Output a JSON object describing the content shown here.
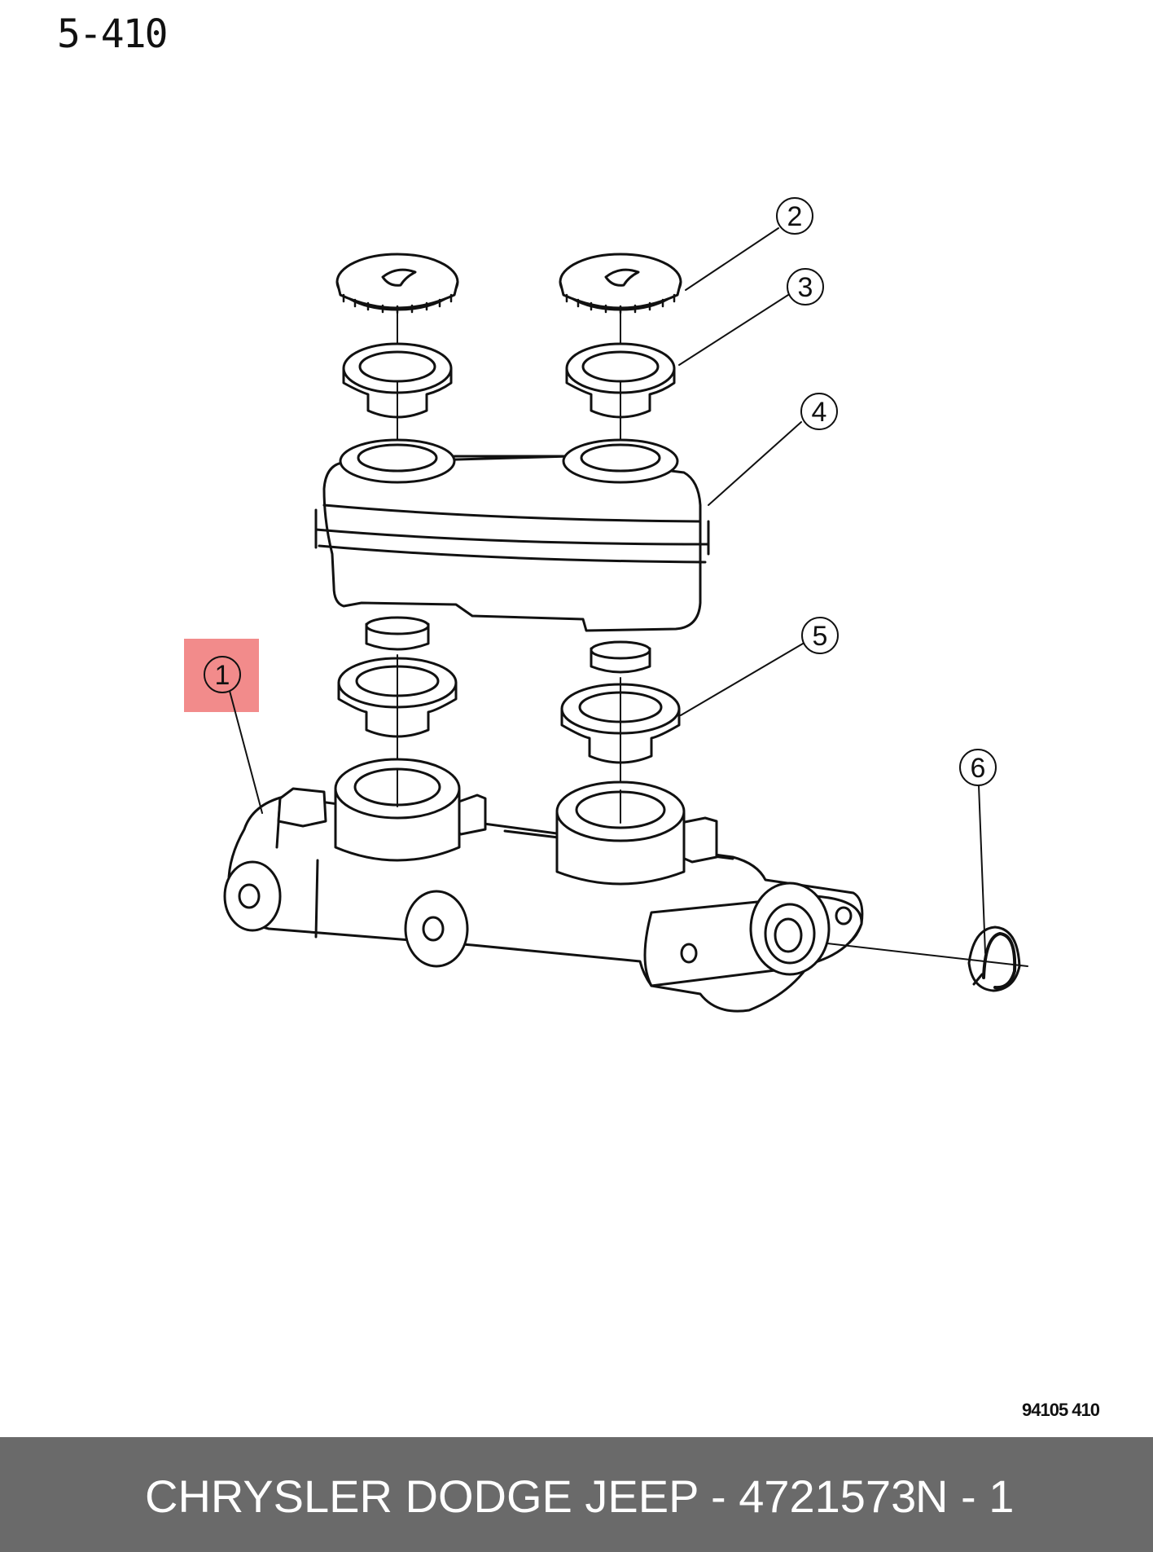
{
  "header": {
    "page_number": "5-410"
  },
  "diagram": {
    "figure_code": "94105 410",
    "highlight_color": "#f28b8b",
    "callouts": [
      {
        "id": "1",
        "label": "1",
        "highlighted": true
      },
      {
        "id": "2",
        "label": "2"
      },
      {
        "id": "3",
        "label": "3"
      },
      {
        "id": "4",
        "label": "4"
      },
      {
        "id": "5",
        "label": "5"
      },
      {
        "id": "6",
        "label": "6"
      }
    ]
  },
  "footer": {
    "part_text": "CHRYSLER DODGE JEEP - 4721573",
    "quantity_text": "N - 1",
    "background_color": "#6a6a6a"
  }
}
